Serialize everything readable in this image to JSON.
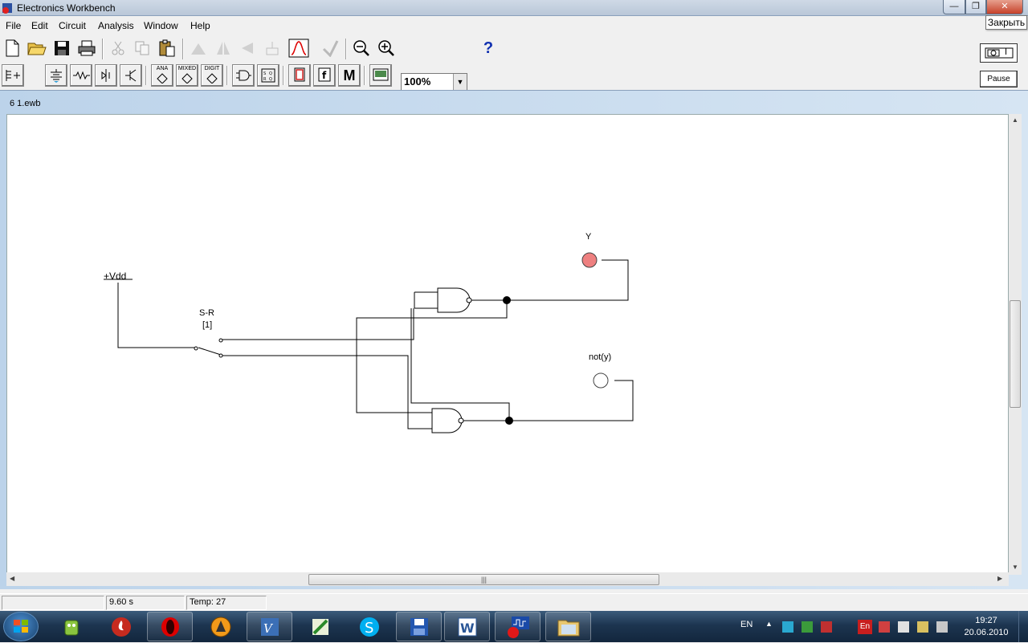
{
  "window": {
    "title": "Electronics Workbench",
    "close_tooltip": "Закрыть",
    "minimize": "—",
    "maximize": "❐",
    "close": "✕"
  },
  "menu": [
    "File",
    "Edit",
    "Circuit",
    "Analysis",
    "Window",
    "Help"
  ],
  "toolbar": {
    "zoom": "100%",
    "help": "?",
    "pause": "Pause",
    "power_label": "I",
    "parts_bins": {
      "analog": "ANA",
      "mixed": "MIXED",
      "digital": "DIGIT",
      "misc": "M"
    }
  },
  "document": {
    "title": "6   1.ewb"
  },
  "circuit": {
    "supply_label": "+Vdd",
    "switch_label": "S-R",
    "switch_key": "[1]",
    "probe_y_label": "Y",
    "probe_noty_label": "not(y)",
    "probe_y_lit": true,
    "probe_noty_lit": false,
    "probe_on_color": "#ee8080"
  },
  "status": {
    "time": "9.60 s",
    "temp": "Temp:  27"
  },
  "taskbar": {
    "lang": "EN",
    "time": "19:27",
    "date": "20.06.2010",
    "tray_lang": "En"
  }
}
